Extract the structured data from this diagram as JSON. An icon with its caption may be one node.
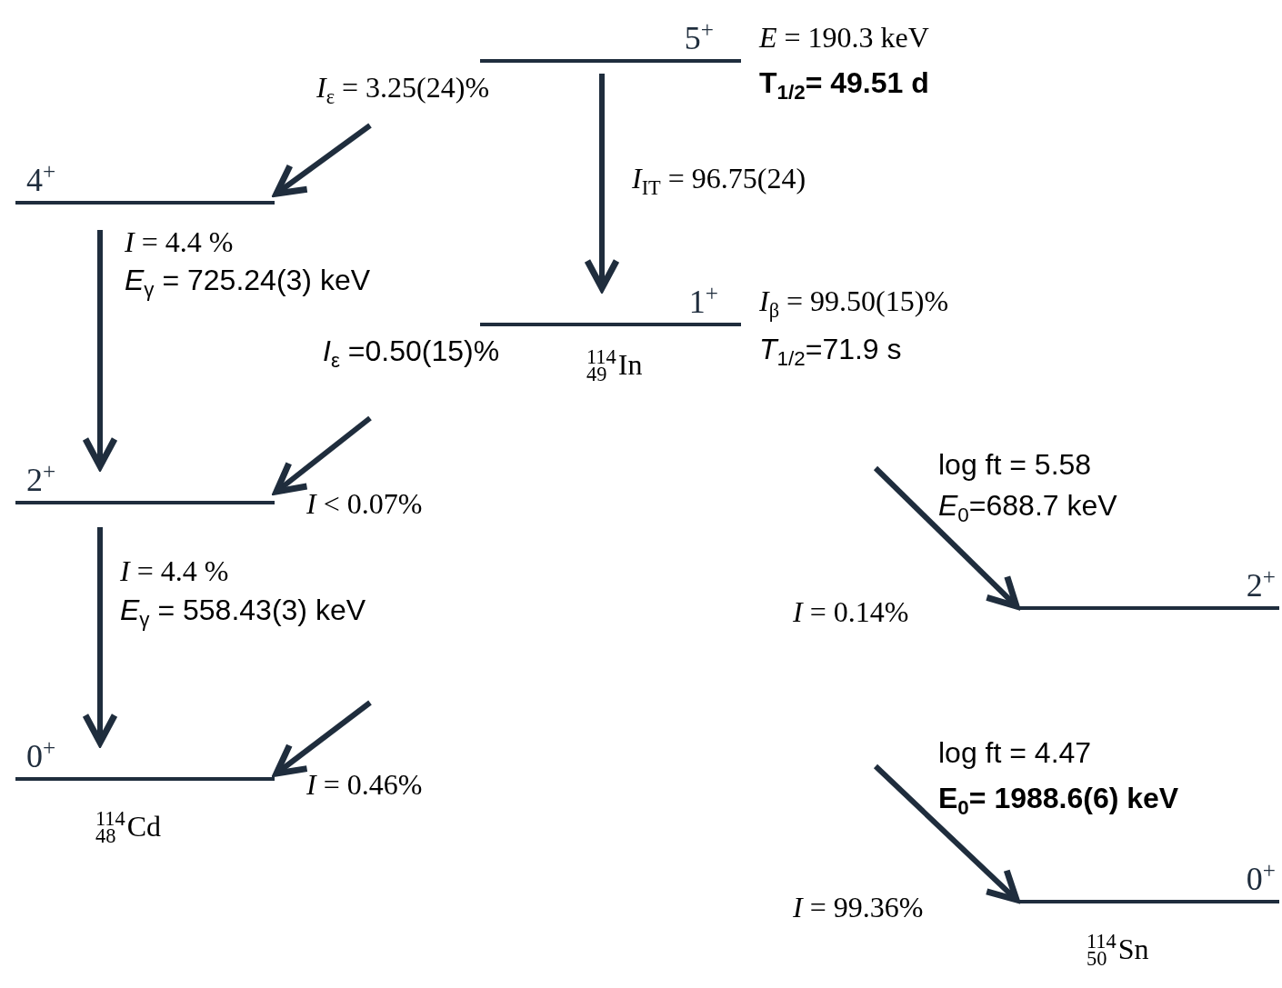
{
  "diagram": {
    "nodes": [
      {
        "text": [
          "5$^{+}$"
        ],
        "beside": [
          "*E* = 190.3 keV",
          "**T$_{1/2}$= 49.51 d**",
          "*I*$_{ε}$ = 3.25(24)%"
        ]
      },
      {
        "text": [
          "1$^{+}$"
        ],
        "beside": [
          "*I*$_{β}$ = 99.50(15)%",
          "*T*$_{1/2}$=71.9 s",
          "*I*$_{ε}$ =0.50(15)%"
        ]
      },
      {
        "text": [
          "4$^{+}$"
        ]
      },
      {
        "text": [
          "2$^{+}$"
        ]
      },
      {
        "text": [
          "0$^{+}$"
        ]
      },
      {
        "text": [
          "2$^{+}$"
        ]
      },
      {
        "text": [
          "0$^{+}$"
        ]
      }
    ],
    "edges": [
      {
        "from": 0,
        "to": 1,
        "arrow": "to",
        "label": "*I*$_{IT}$ = 96.75(24)"
      },
      {
        "from": null,
        "to": 2,
        "arrow": "to"
      },
      {
        "from": 2,
        "to": 3,
        "arrow": "to",
        "label": "*I*  =  4.4 %"
      },
      {
        "from": null,
        "to": 3,
        "arrow": "to",
        "label": "*I* < 0.07%"
      },
      {
        "from": 3,
        "to": 4,
        "arrow": "to",
        "label": "*I*  =  4.4 %"
      },
      {
        "from": null,
        "to": 4,
        "arrow": "to",
        "label": "*I* = 0.46%"
      },
      {
        "from": null,
        "to": 5,
        "arrow": "to",
        "label": "*I* = 0.14%"
      },
      {
        "from": null,
        "to": 6,
        "arrow": "to",
        "label": "*I* = 99.36%"
      }
    ],
    "labels": [
      "*E*$_{γ}$ = 725.24(3) keV",
      "$^{114}$$_{49}$In",
      "*E*$_{γ}$ = 558.43(3) keV",
      "log ft = 5.58",
      "*E*$_{0}$=688.7 keV",
      "$^{114}$$_{48}$Cd",
      "log ft = 4.47",
      "**E$_{0}$= 1988.6(6) keV**",
      "$^{114}$$_{50}$Sn"
    ]
  }
}
